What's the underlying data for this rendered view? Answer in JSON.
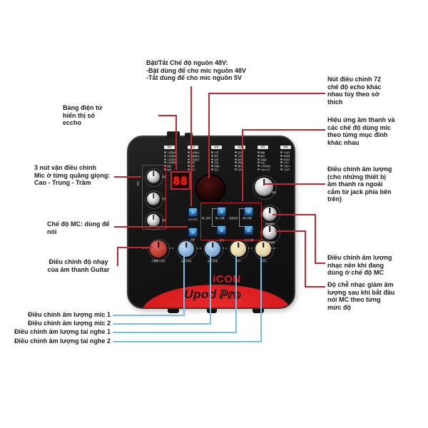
{
  "annotations": {
    "top_power": "Bật/Tắt Chế độ nguồn 48V:\n-Bật dùng để cho mic nguồn 48V\n-Tắt dùng để cho mic nguồn 5V",
    "display": "Bảng điện tử\nhiển thị số\neccho",
    "mic_eq": "3 nút vặn điều chỉnh\nMic ở từng quãng giọng:\nCao - Trung - Trầm",
    "mc_mode": "Chế độ MC: dùng để\nnói",
    "guitar": "Điều chỉnh độ nhạy\ncủa âm thanh Guitar",
    "echo": "Nút điều chỉnh 72\nchế độ echo  khác\nnhau tùy theo sở\nthích",
    "effects": "Hiệu ứng âm thanh và\ncác chế độ dùng mic\ntheo từng mục đính\nkhác nhau",
    "volume_out": "Điều chỉnh âm lượng\n(cho những thiết bị\nâm thanh ra ngoài\ncắm từ jack phía bên\ntrên)",
    "bgm": "Điều chỉnh âm lượng\nnhạc nền khi đang\ndùng ở chế độ MC",
    "ducking_delay": "Độ chễ nhạc giảm âm\nlượng sau khi bắt đầu\nnói MC theo từng\nmức độ",
    "bottom": {
      "mic1": "Điều chỉnh âm lượng mic 1",
      "mic2": "Điều chỉnh âm lượng mic 2",
      "hp1": "Điều chỉnh âm lượng tai nghe 1",
      "hp2": "Điều chỉnh âm lượng tai nghe 2"
    }
  },
  "device": {
    "brand": "iCON",
    "model_word1": "Upod",
    "model_word2": "Pro",
    "display_value": "88",
    "panel_columns": [
      {
        "header": "混响",
        "items": [
          "人声混响A",
          "人声混响B",
          "人声混响C",
          "人声混响D",
          "魔音",
          "电音"
        ]
      },
      {
        "header": "模式",
        "items": [
          "主持模式",
          "唱歌模式",
          "聊天模式",
          "宽厚",
          "明亮",
          "低沉"
        ]
      },
      {
        "header": "电音",
        "items": [
          "小孩",
          "男声",
          "女声",
          "大叔",
          "机器人",
          "空灵"
        ]
      },
      {
        "header": "特效",
        "items": [
          "掌声",
          "大笑",
          "嘘声",
          "亲吻",
          "碰杯",
          "鸟叫"
        ]
      },
      {
        "header": "场景",
        "items": [
          "教堂",
          "剧场",
          "演唱会",
          "山谷",
          "人声增强A",
          "卡拉OK厅"
        ]
      },
      {
        "header": "其他",
        "items": [
          "小房间",
          "录音棚",
          "体育场",
          "人声A",
          "午夜DJ",
          "门铃声"
        ]
      }
    ],
    "labels": {
      "power48v": "+48V开关",
      "duck": "闪避",
      "input_monitor": "输入监听",
      "input_fx": "输入效果",
      "mix_monitor": "混音监听",
      "mix_fx": "音乐效果",
      "dry": "原音",
      "fx2": "音乐效果",
      "volume": "音量",
      "bgm_vol": "伴奏音量",
      "duck_depth": "闪避深度",
      "eq_group": "均衡",
      "eq_top": "高音",
      "eq_mid": "中音",
      "eq_low": "低音",
      "knob_guitar": "乐器输入音量",
      "knob_mic1": "话筒1音量",
      "knob_mic2": "话筒2音量",
      "knob_hp1": "耳机1",
      "knob_hp2": "耳机2"
    }
  },
  "colors": {
    "callout_red": "#c0282f",
    "callout_cyan": "#74bfe8",
    "device_red": "#d8201c",
    "led_red": "#ff2018",
    "button_blue": "#2b74ba"
  }
}
